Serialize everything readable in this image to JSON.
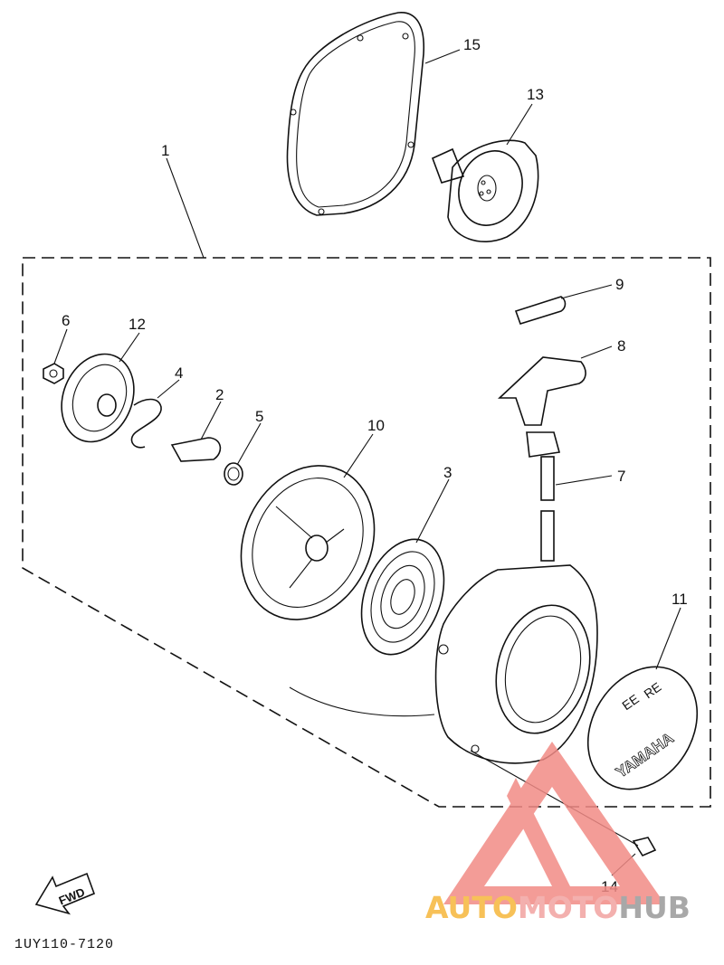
{
  "diagram": {
    "callouts": [
      "15",
      "13",
      "1",
      "9",
      "8",
      "6",
      "12",
      "4",
      "2",
      "5",
      "10",
      "3",
      "7",
      "11",
      "14"
    ],
    "cover_emblem": [
      "YAMAHA",
      "EE",
      "RE"
    ],
    "fwd_label": "FWD",
    "drawing_code": "1UY110-7120"
  },
  "watermark": {
    "parts": [
      "AUTO",
      "MOTO",
      "HUB"
    ],
    "colors": {
      "auto": "#f6b73c",
      "moto": "#f2a3a0",
      "hub": "#9a9a9a",
      "triangle": "#f28b86"
    }
  }
}
